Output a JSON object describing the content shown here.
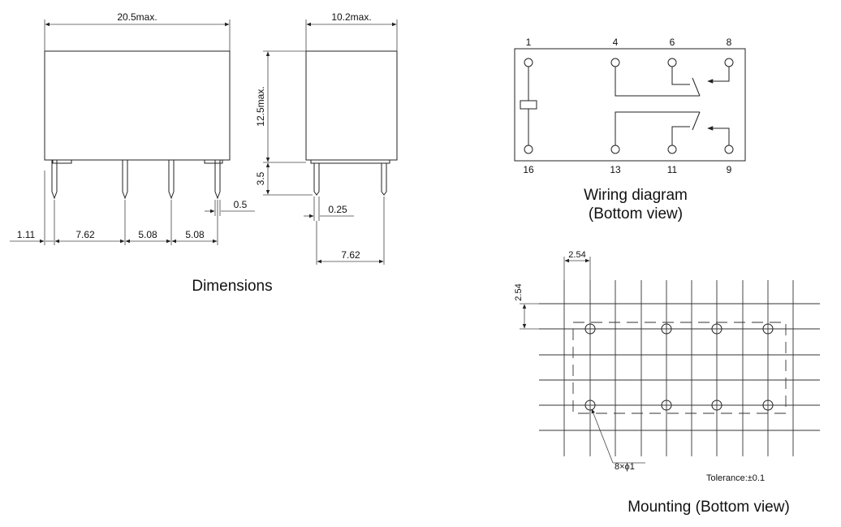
{
  "dimensions": {
    "width_max": "20.5max.",
    "depth_max": "10.2max.",
    "height_max": "12.5max.",
    "pin_length": "3.5",
    "pin_offset": "1.11",
    "pitch_a": "7.62",
    "pitch_b": "5.08",
    "pitch_c": "5.08",
    "pin_width": "0.5",
    "pin_thickness": "0.25",
    "row_spacing": "7.62",
    "caption": "Dimensions"
  },
  "wiring": {
    "top_pins": [
      "1",
      "4",
      "6",
      "8"
    ],
    "bottom_pins": [
      "16",
      "13",
      "11",
      "9"
    ],
    "caption_line1": "Wiring diagram",
    "caption_line2": "(Bottom view)"
  },
  "mounting": {
    "grid_x": "2.54",
    "grid_y": "2.54",
    "holes": "8×ϕ1",
    "tolerance": "Tolerance:±0.1",
    "caption": "Mounting (Bottom view)"
  }
}
